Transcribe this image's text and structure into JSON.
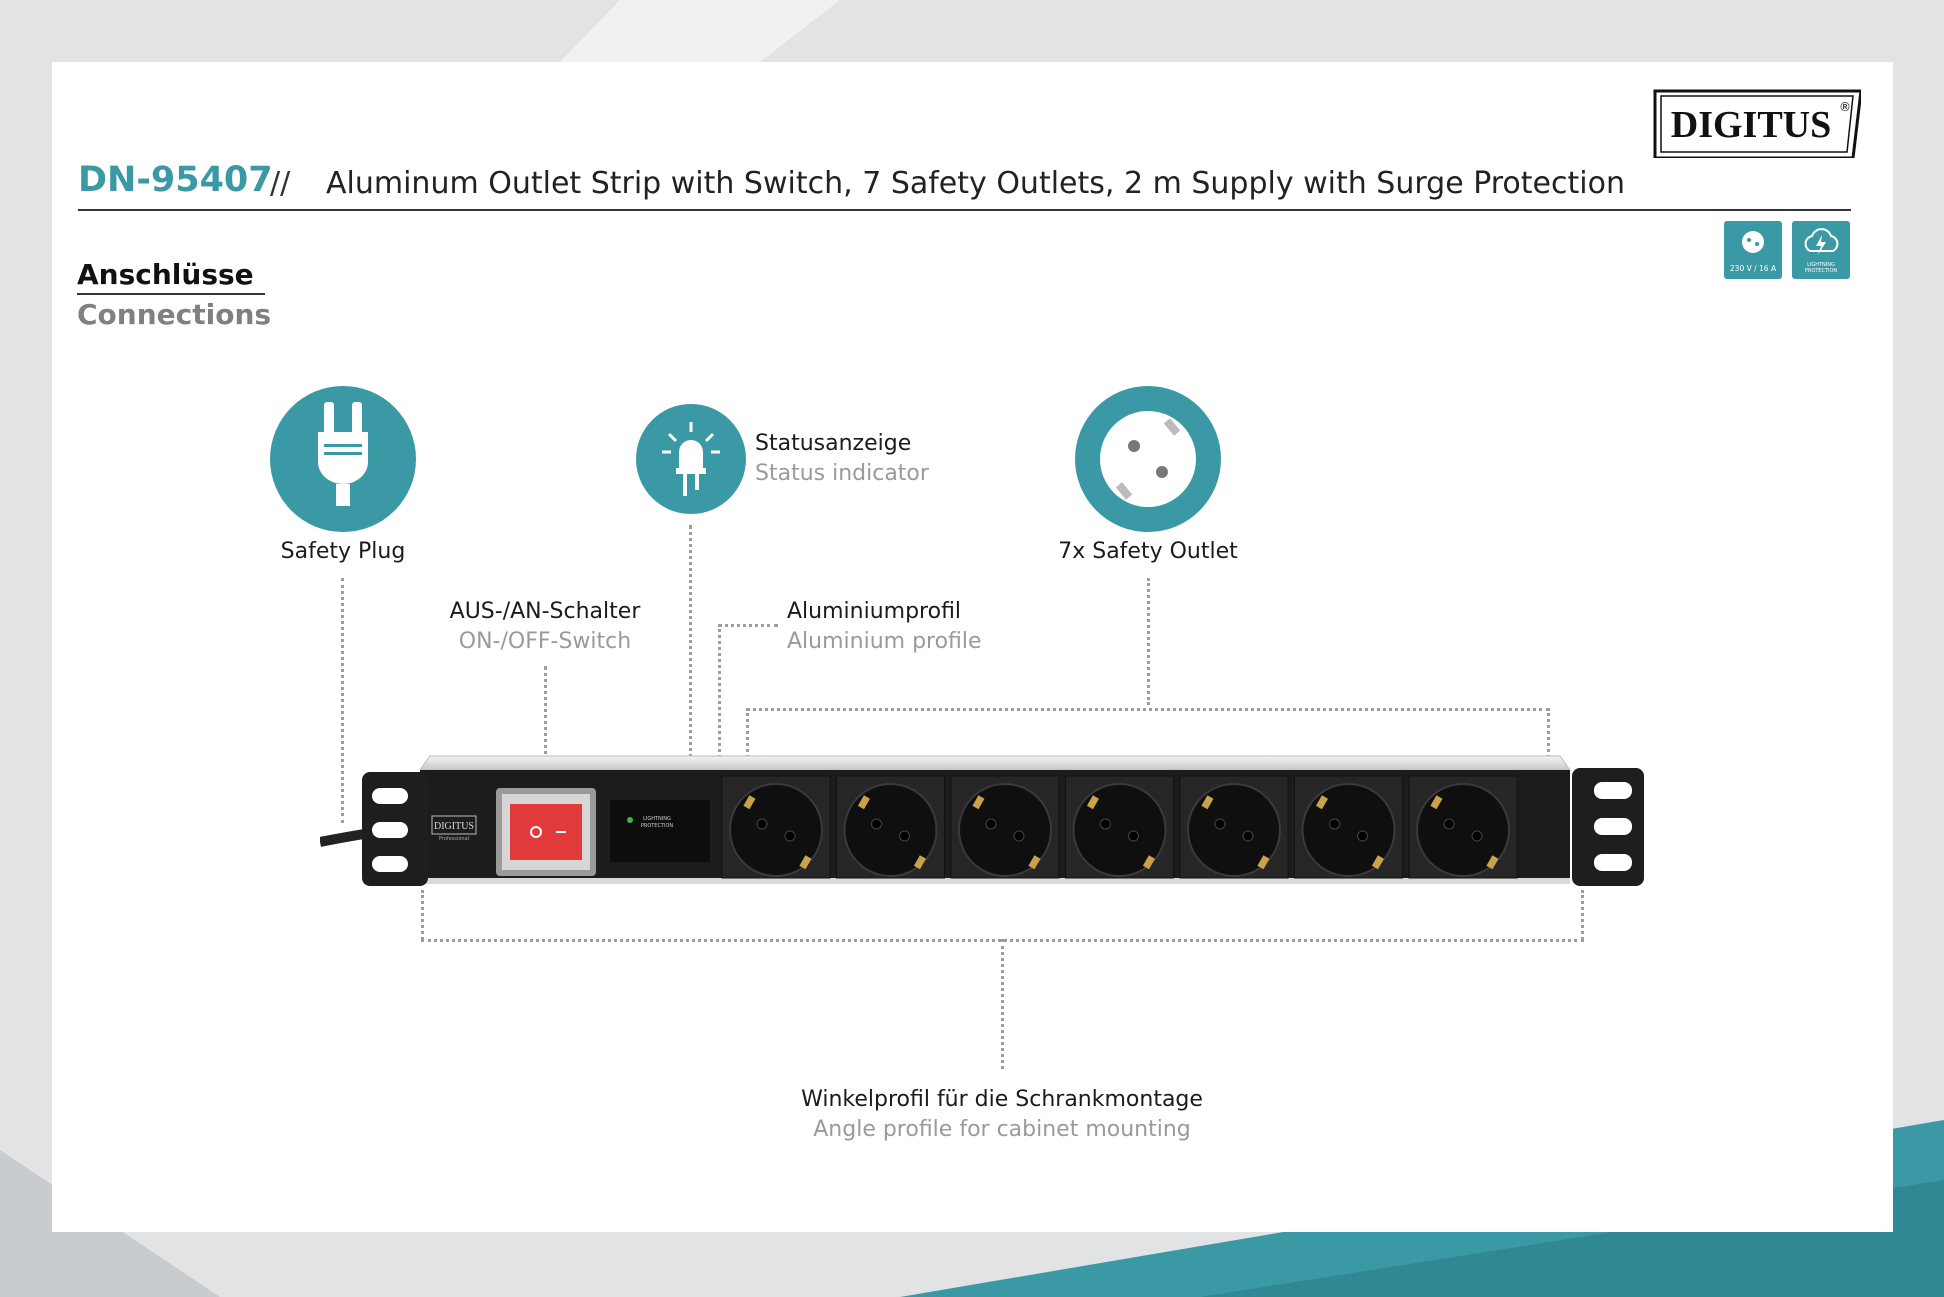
{
  "header": {
    "sku": "DN-95407",
    "separator": "//",
    "description": "Aluminum Outlet Strip with Switch, 7 Safety Outlets, 2 m Supply with Surge Protection",
    "brand": "DIGITUS"
  },
  "badges": [
    {
      "icon": "socket-icon",
      "text": "230 V / 16 A"
    },
    {
      "icon": "lightning-cloud-icon",
      "text": "LIGHTNING PROTECTION"
    }
  ],
  "section": {
    "title_de": "Anschlüsse",
    "title_en": "Connections"
  },
  "callouts": {
    "plug": {
      "label": "Safety Plug",
      "icon": "plug-icon"
    },
    "status": {
      "label_de": "Statusanzeige",
      "label_en": "Status indicator",
      "icon": "led-icon"
    },
    "outlet": {
      "label": "7x Safety Outlet",
      "icon": "safety-outlet-icon"
    },
    "switch": {
      "label_de": "AUS-/AN-Schalter",
      "label_en": "ON-/OFF-Switch"
    },
    "profile": {
      "label_de": "Aluminiumprofil",
      "label_en": "Aluminium profile"
    },
    "mounting": {
      "label_de": "Winkelprofil für die Schrankmontage",
      "label_en": "Angle profile for cabinet mounting"
    }
  },
  "product": {
    "brand_plate": "DIGITUS",
    "brand_plate_sub": "Professional",
    "lightning_label": "LIGHTNING PROTECTION",
    "outlet_count": 7
  },
  "colors": {
    "accent": "#3a99a5",
    "switch": "#e63a3a"
  }
}
